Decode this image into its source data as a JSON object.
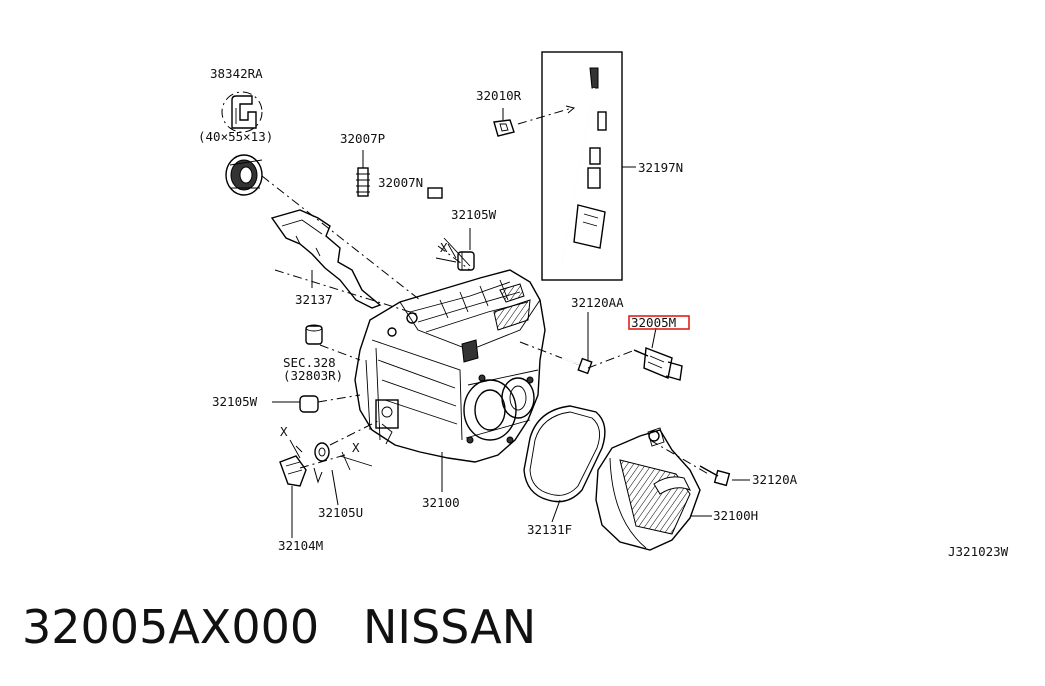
{
  "labels": {
    "l38342ra": "38342RA",
    "l405513": "(40×55×13)",
    "l32007p": "32007P",
    "l32007n": "32007N",
    "l32010r": "32010R",
    "l32197n": "32197N",
    "l32105w_top": "32105W",
    "l32137": "32137",
    "l32120aa": "32120AA",
    "l32005m": "32005M",
    "lsec328": "SEC.328",
    "l32803r": "(32803R)",
    "l32105w_left": "32105W",
    "l32105u": "32105U",
    "l32104m": "32104M",
    "l32100": "32100",
    "l32131f": "32131F",
    "l32120a": "32120A",
    "l32100h": "32100H",
    "lcode": "J321023W",
    "x1": "X",
    "x2": "X",
    "x3": "X"
  },
  "highlight_color": "#e0201b",
  "footer": {
    "part_number": "32005AX000",
    "brand": "NISSAN"
  }
}
